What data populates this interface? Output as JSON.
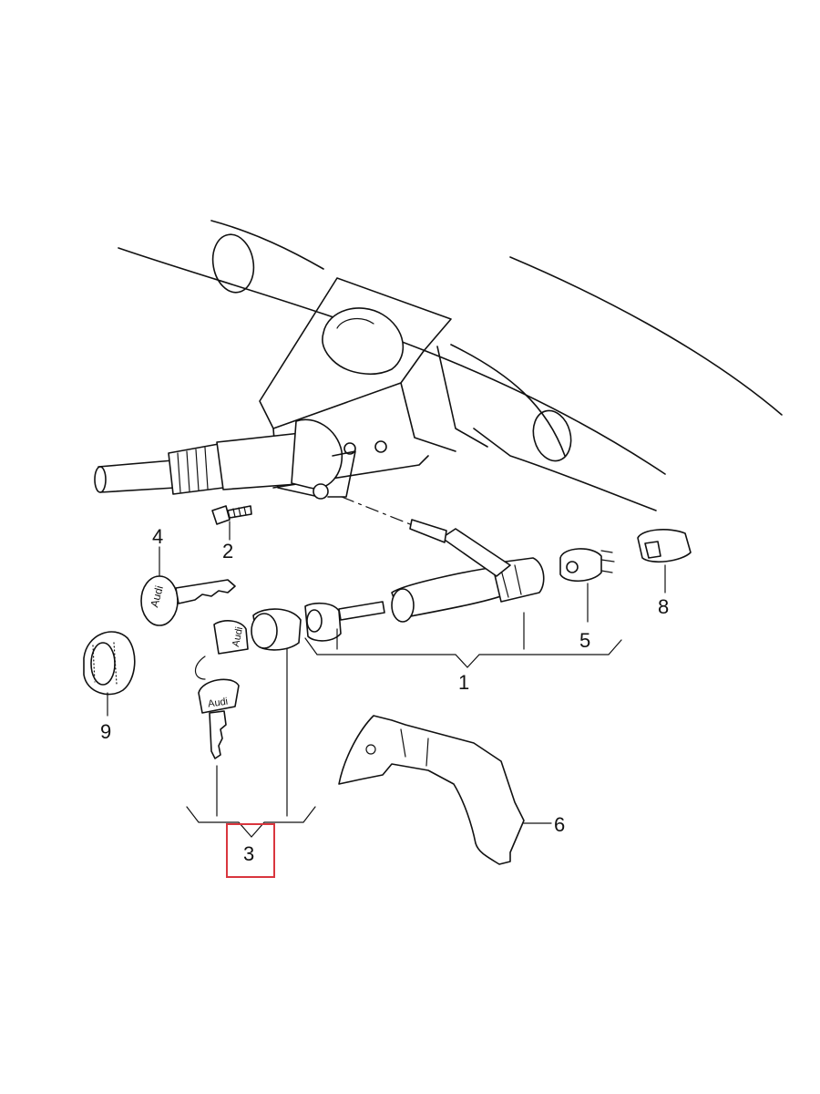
{
  "callouts": {
    "c1": "1",
    "c2": "2",
    "c3": "3",
    "c4": "4",
    "c5": "5",
    "c6": "6",
    "c8": "8",
    "c9": "9"
  },
  "key_brand_text": "Audi",
  "highlight": {
    "selected_callout": "3",
    "color": "#d9363e"
  }
}
